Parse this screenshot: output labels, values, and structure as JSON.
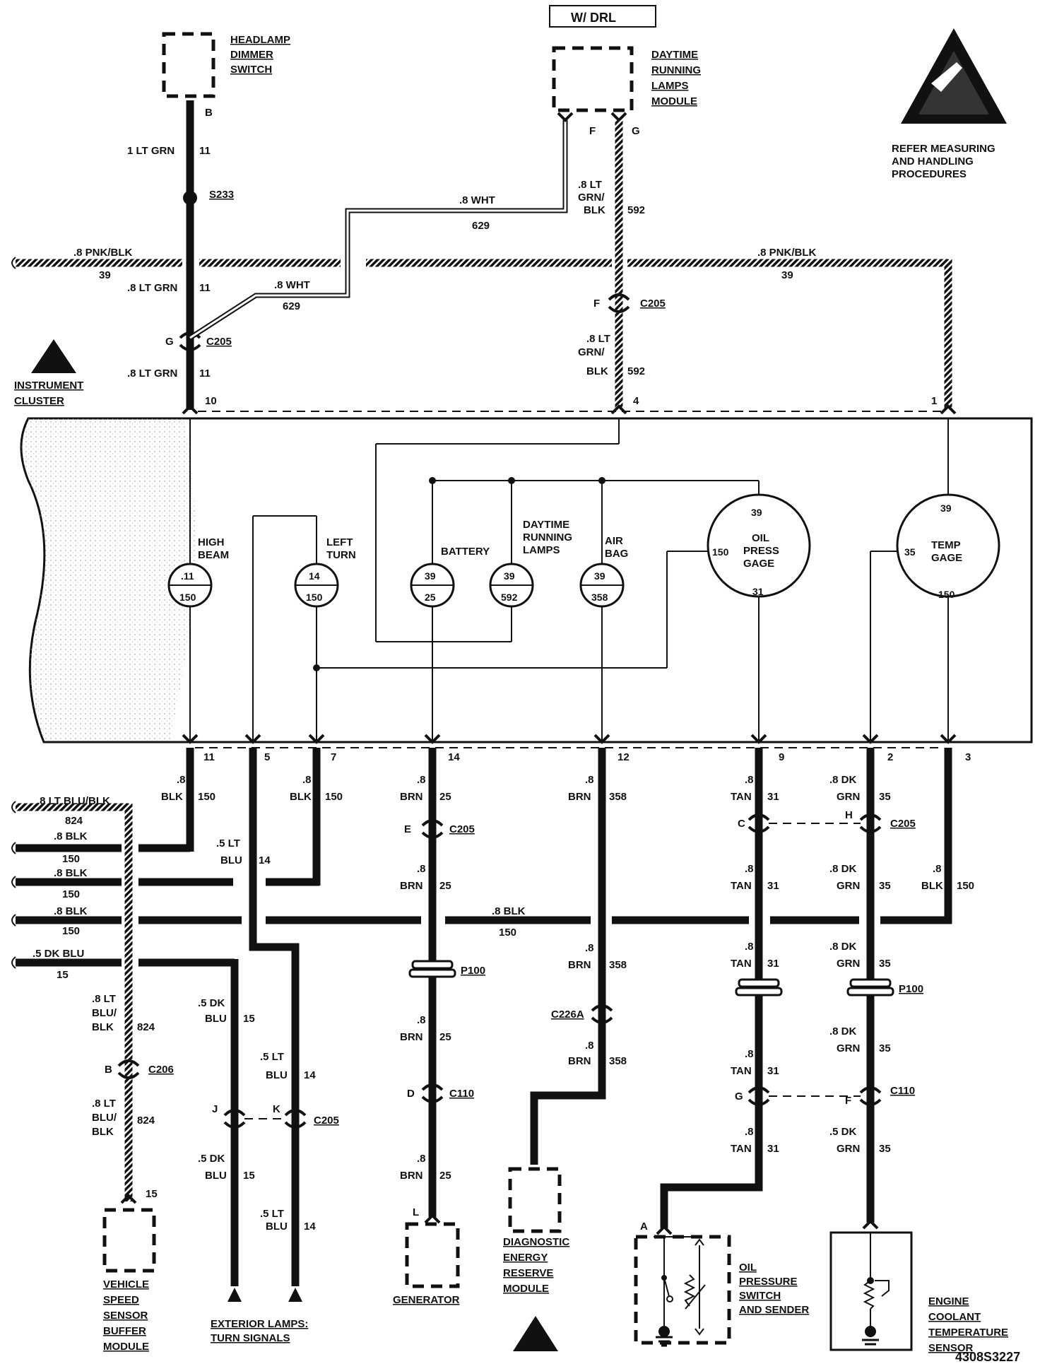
{
  "header": {
    "w_drl": "W/ DRL"
  },
  "components": {
    "headlamp_dimmer_switch": [
      "HEADLAMP",
      "DIMMER",
      "SWITCH"
    ],
    "drl_module": [
      "DAYTIME",
      "RUNNING",
      "LAMPS",
      "MODULE"
    ],
    "esd_note": [
      "REFER MEASURING",
      "AND HANDLING",
      "PROCEDURES"
    ],
    "instrument_cluster": [
      "INSTRUMENT",
      "CLUSTER"
    ],
    "vehicle_speed_sensor": [
      "VEHICLE",
      "SPEED",
      "SENSOR",
      "BUFFER",
      "MODULE"
    ],
    "exterior_lamps": [
      "EXTERIOR LAMPS:",
      "TURN SIGNALS"
    ],
    "generator": [
      "GENERATOR"
    ],
    "derm": [
      "DIAGNOSTIC",
      "ENERGY",
      "RESERVE",
      "MODULE"
    ],
    "oil_pressure_switch": [
      "OIL",
      "PRESSURE",
      "SWITCH",
      "AND SENDER"
    ],
    "coolant_sensor": [
      "ENGINE",
      "COOLANT",
      "TEMPERATURE",
      "SENSOR"
    ]
  },
  "indicators": {
    "high_beam": {
      "label": [
        "HIGH",
        "BEAM"
      ],
      "top": ".11",
      "bottom": "150"
    },
    "left_turn": {
      "label": [
        "LEFT",
        "TURN"
      ],
      "top": "14",
      "bottom": "150"
    },
    "battery": {
      "label": [
        "BATTERY"
      ],
      "top": "39",
      "bottom": "25"
    },
    "drl": {
      "label": [
        "DAYTIME",
        "RUNNING",
        "LAMPS"
      ],
      "top": "39",
      "bottom": "592"
    },
    "air_bag": {
      "label": [
        "AIR",
        "BAG"
      ],
      "top": "39",
      "bottom": "358"
    },
    "oil_gage": {
      "label": [
        "OIL",
        "PRESS",
        "GAGE"
      ],
      "n_top": "39",
      "n_left": "150",
      "n_bottom": "31"
    },
    "temp_gage": {
      "label": [
        "TEMP",
        "GAGE"
      ],
      "n_top": "39",
      "n_left": "35",
      "n_bottom": "150"
    }
  },
  "wires": {
    "w1": {
      "size": "1 LT GRN",
      "circuit": "11"
    },
    "s233": "S233",
    "w629a": {
      "size": ".8  WHT",
      "circuit": "629"
    },
    "w629b": {
      "size": ".8  WHT",
      "circuit": "629"
    },
    "w592a": {
      "size": [
        ".8 LT",
        "GRN/",
        "BLK"
      ],
      "circuit": "592"
    },
    "w592b": {
      "size": [
        ".8 LT",
        "GRN/",
        "BLK"
      ],
      "circuit": "592"
    },
    "pnk_left": {
      "size": ".8 PNK/BLK",
      "circuit": "39"
    },
    "pnk_right": {
      "size": ".8 PNK/BLK",
      "circuit": "39"
    },
    "w11b": {
      "size": ".8 LT GRN",
      "circuit": "11"
    },
    "w11c": {
      "size": ".8 LT GRN",
      "circuit": "11"
    },
    "c205": "C205",
    "pin_g": "G",
    "pin_f": "F",
    "pin_b": "B",
    "pin_top_f": "F",
    "pin_top_g": "G",
    "cluster_top_pins": [
      "10",
      "4",
      "1"
    ],
    "cluster_bottom_pins": [
      "11",
      "5",
      "7",
      "14",
      "12",
      "9",
      "2",
      "3"
    ],
    "blk150_a": {
      "size": [
        ".8",
        "BLK"
      ],
      "circuit": "150"
    },
    "blk150_b": {
      "size": [
        ".8",
        "BLK"
      ],
      "circuit": "150"
    },
    "blk150_c": {
      "size": [
        ".8",
        "BLK"
      ],
      "circuit": "150"
    },
    "brn25": {
      "size": [
        ".8",
        "BRN"
      ],
      "circuit": "25"
    },
    "brn358": {
      "size": [
        ".8",
        "BRN"
      ],
      "circuit": "358"
    },
    "tan31": {
      "size": [
        ".8",
        "TAN"
      ],
      "circuit": "31"
    },
    "grn35": {
      "size": [
        ".8  DK",
        "GRN"
      ],
      "circuit": "35"
    },
    "grn35_low": {
      "size": [
        ".5  DK",
        "GRN"
      ],
      "circuit": "35"
    },
    "ltblu14": {
      "size": [
        ".5  LT",
        "BLU"
      ],
      "circuit": "14"
    },
    "dkblu15": {
      "size": [
        ".5  DK",
        "BLU"
      ],
      "circuit": "15"
    },
    "left_bus": [
      {
        "size": ".8 LT BLU/BLK",
        "circuit": "824"
      },
      {
        "size": ".8 BLK",
        "circuit": "150"
      },
      {
        "size": ".8 BLK",
        "circuit": "150"
      },
      {
        "size": ".8 BLK",
        "circuit": "150"
      },
      {
        "size": ".5 DK BLU",
        "circuit": "15"
      }
    ],
    "mid_blk": {
      "size": ".8 BLK",
      "circuit": "150"
    },
    "vss_wire": {
      "size": [
        ".8 LT",
        "BLU/",
        "BLK"
      ],
      "circuit": "824"
    },
    "connectors": {
      "c205": "C205",
      "c206": "C206",
      "p100": "P100",
      "c110": "C110",
      "c226a": "C226A",
      "pin_e": "E",
      "pin_c": "C",
      "pin_h": "H",
      "pin_d": "D",
      "pin_g": "G",
      "pin_f": "F",
      "pin_j": "J",
      "pin_k": "K",
      "pin_b": "B",
      "pin_l": "L",
      "pin_a": "A",
      "pin_15": "15"
    }
  },
  "footer": {
    "doc_id": "4308S3227"
  }
}
